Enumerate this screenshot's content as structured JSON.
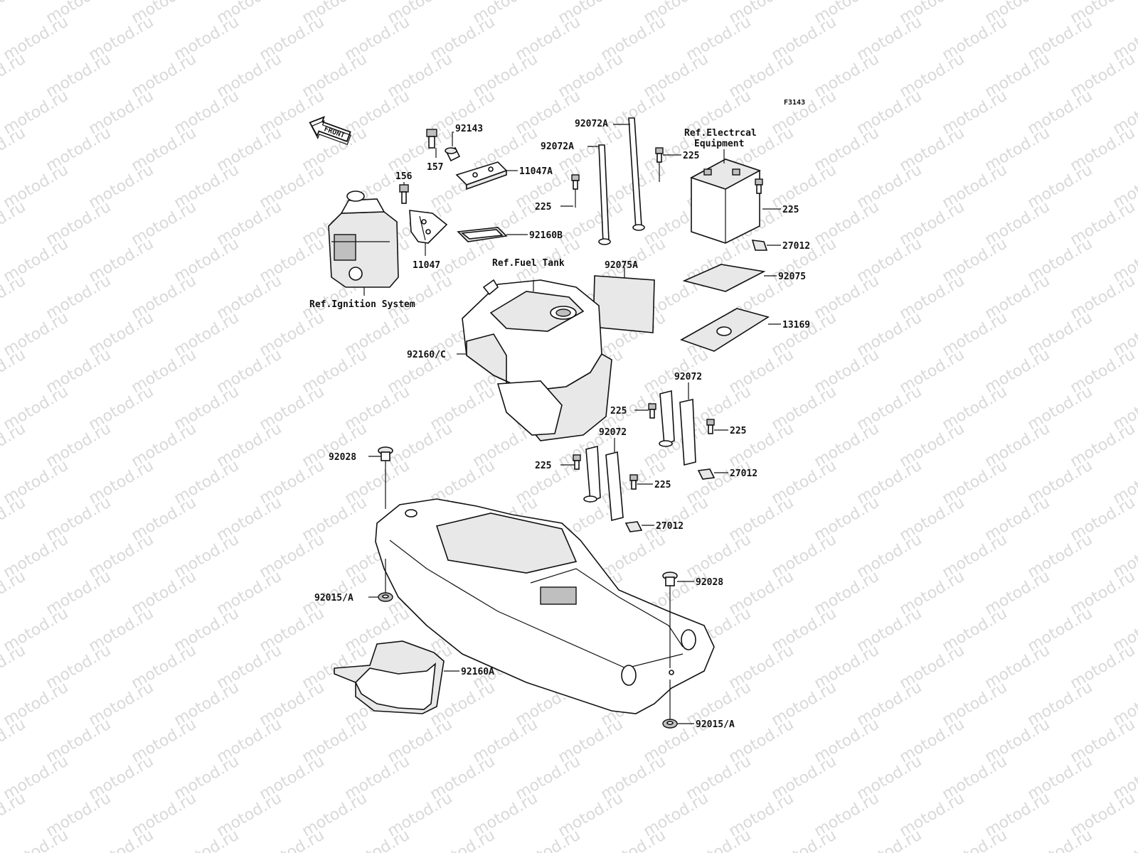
{
  "watermark": "motod.ru",
  "figure_code": "F3143",
  "front_label": "FRONT",
  "refs": {
    "ignition": "Ref.Ignition System",
    "fuel_tank": "Ref.Fuel Tank",
    "electrical_1": "Ref.Electrcal",
    "electrical_2": "Equipment"
  },
  "parts": {
    "p92143": "92143",
    "p157": "157",
    "p156": "156",
    "p11047A": "11047A",
    "p11047": "11047",
    "p92160B": "92160B",
    "p92072A_1": "92072A",
    "p92072A_2": "92072A",
    "p225_a": "225",
    "p225_b": "225",
    "p225_c": "225",
    "p225_d": "225",
    "p225_e": "225",
    "p225_f": "225",
    "p225_g": "225",
    "p27012_a": "27012",
    "p27012_b": "27012",
    "p27012_c": "27012",
    "p92075": "92075",
    "p92075A": "92075A",
    "p13169": "13169",
    "p92160C": "92160/C",
    "p92072_a": "92072",
    "p92072_b": "92072",
    "p92028_a": "92028",
    "p92028_b": "92028",
    "p92015A_a": "92015/A",
    "p92015A_b": "92015/A",
    "p92160A": "92160A"
  },
  "colors": {
    "line": "#111111",
    "watermark": "#d9d9d9"
  }
}
